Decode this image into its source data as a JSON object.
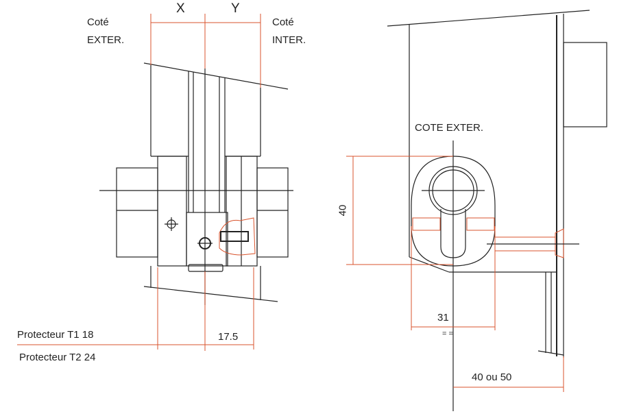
{
  "left_view": {
    "dim_x": "X",
    "dim_y": "Y",
    "side_ext_line1": "Coté",
    "side_ext_line2": "EXTER.",
    "side_int_line1": "Coté",
    "side_int_line2": "INTER.",
    "protector_t1": "Protecteur T1  18",
    "protector_t2": "Protecteur T2  24",
    "dim_offset": "17.5"
  },
  "right_view": {
    "side_label": "COTE EXTER.",
    "dim_height": "40",
    "dim_width": "31",
    "dim_equal": "= =",
    "dim_backset": "40 ou 50"
  },
  "colors": {
    "line": "#222222",
    "dimension": "#d9532c"
  }
}
